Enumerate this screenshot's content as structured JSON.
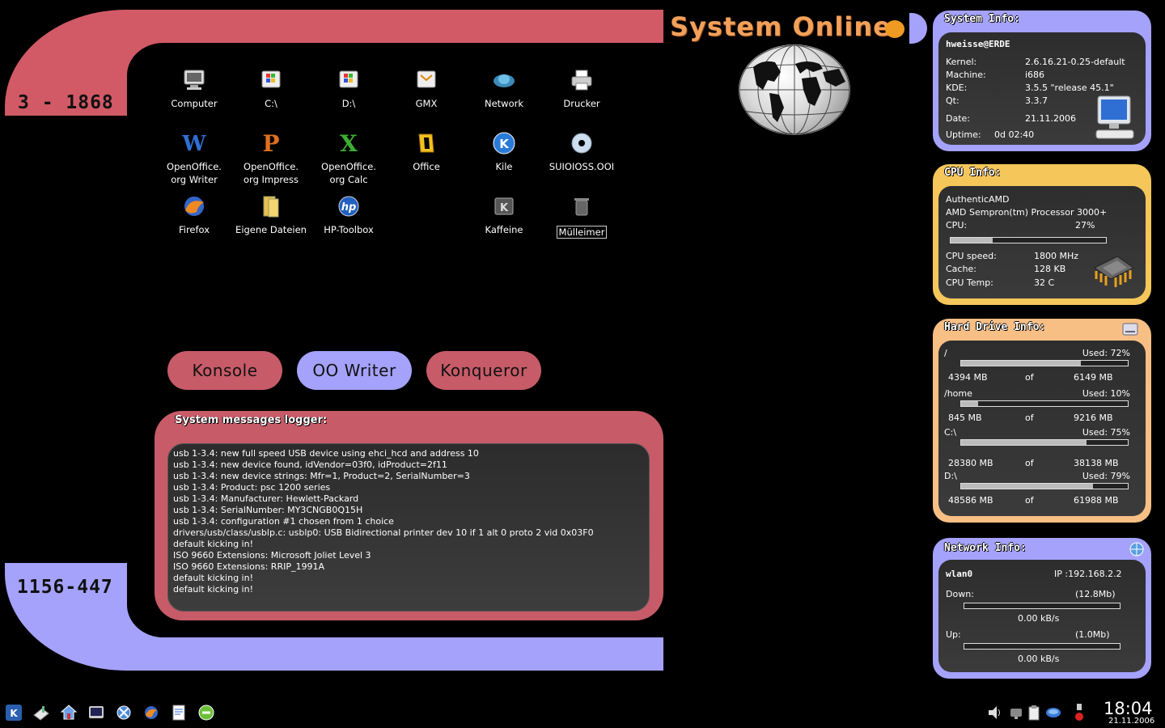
{
  "frame": {
    "stardate_top": "3 - 1868",
    "stardate_bottom": "1156-447",
    "colors": {
      "red": "#d15a66",
      "blue": "#a4a2fb",
      "orange": "#ef9a22"
    }
  },
  "header": {
    "title": "System Online"
  },
  "desktop_icons": [
    {
      "label": "Computer",
      "icon": "computer-icon"
    },
    {
      "label": "C:\\",
      "icon": "windows-drive-icon"
    },
    {
      "label": "D:\\",
      "icon": "windows-drive-icon"
    },
    {
      "label": "GMX",
      "icon": "mail-drive-icon"
    },
    {
      "label": "Network",
      "icon": "network-icon"
    },
    {
      "label": "Drucker",
      "icon": "printer-icon"
    },
    {
      "label": "OpenOffice.\norg Writer",
      "icon": "writer-icon"
    },
    {
      "label": "OpenOffice.\norg Impress",
      "icon": "impress-icon"
    },
    {
      "label": "OpenOffice.\norg Calc",
      "icon": "calc-icon"
    },
    {
      "label": "Office",
      "icon": "office-icon"
    },
    {
      "label": "Kile",
      "icon": "kile-icon"
    },
    {
      "label": "SUIOIOSS.OOI",
      "icon": "disc-icon"
    },
    {
      "label": "Firefox",
      "icon": "firefox-icon"
    },
    {
      "label": "Eigene Dateien",
      "icon": "folder-icon"
    },
    {
      "label": "HP-Toolbox",
      "icon": "hp-icon"
    },
    {
      "label": "Kaffeine",
      "icon": "kaffeine-icon"
    },
    {
      "label": "Mülleimer",
      "icon": "trash-icon"
    }
  ],
  "launch_buttons": {
    "konsole": "Konsole",
    "oowriter": "OO Writer",
    "konqueror": "Konqueror"
  },
  "logger": {
    "title": "System messages logger:",
    "lines": [
      "usb 1-3.4: new full speed USB device using ehci_hcd and address 10",
      "usb 1-3.4: new device found, idVendor=03f0, idProduct=2f11",
      "usb 1-3.4: new device strings: Mfr=1, Product=2, SerialNumber=3",
      "usb 1-3.4: Product: psc 1200 series",
      "usb 1-3.4: Manufacturer: Hewlett-Packard",
      "usb 1-3.4: SerialNumber: MY3CNGB0Q15H",
      "usb 1-3.4: configuration #1 chosen from 1 choice",
      "drivers/usb/class/usblp.c: usblp0: USB Bidirectional printer dev 10 if 1 alt 0 proto 2 vid 0x03F0",
      "default kicking in!",
      "ISO 9660 Extensions: Microsoft Joliet Level 3",
      "ISO 9660 Extensions: RRIP_1991A",
      "default kicking in!",
      "default kicking in!"
    ]
  },
  "system_info": {
    "title": "System Info:",
    "user": "hweisse@ERDE",
    "kernel_label": "Kernel:",
    "kernel": "2.6.16.21-0.25-default",
    "machine_label": "Machine:",
    "machine": "i686",
    "kde_label": "KDE:",
    "kde": "3.5.5 \"release 45.1\"",
    "qt_label": "Qt:",
    "qt": "3.3.7",
    "date_label": "Date:",
    "date": "21.11.2006",
    "uptime_label": "Uptime:",
    "uptime": "0d 02:40"
  },
  "cpu_info": {
    "title": "CPU Info:",
    "vendor": "AuthenticAMD",
    "model": "AMD Sempron(tm) Processor 3000+",
    "cpu_label": "CPU:",
    "cpu_usage": "27%",
    "cpu_usage_value": 27,
    "speed_label": "CPU speed:",
    "speed": "1800 MHz",
    "cache_label": "Cache:",
    "cache": "128 KB",
    "temp_label": "CPU Temp:",
    "temp": "32 C"
  },
  "hdd_info": {
    "title": "Hard Drive Info:",
    "of_label": "of",
    "drives": [
      {
        "mount": "/",
        "used_text": "Used: 72%",
        "used": 72,
        "used_mb": "4394 MB",
        "total_mb": "6149 MB"
      },
      {
        "mount": "/home",
        "used_text": "Used: 10%",
        "used": 10,
        "used_mb": "845 MB",
        "total_mb": "9216 MB"
      },
      {
        "mount": "C:\\",
        "used_text": "Used: 75%",
        "used": 75,
        "used_mb": "28380 MB",
        "total_mb": "38138 MB"
      },
      {
        "mount": "D:\\",
        "used_text": "Used: 79%",
        "used": 79,
        "used_mb": "48586 MB",
        "total_mb": "61988 MB"
      }
    ]
  },
  "network_info": {
    "title": "Network Info:",
    "iface": "wlan0",
    "ip": "IP :192.168.2.2",
    "down_label": "Down:",
    "down_total": "(12.8Mb)",
    "down_rate": "0.00 kB/s",
    "up_label": "Up:",
    "up_total": "(1.0Mb)",
    "up_rate": "0.00 kB/s"
  },
  "taskbar": {
    "time": "18:04",
    "date": "21.11.2006"
  }
}
